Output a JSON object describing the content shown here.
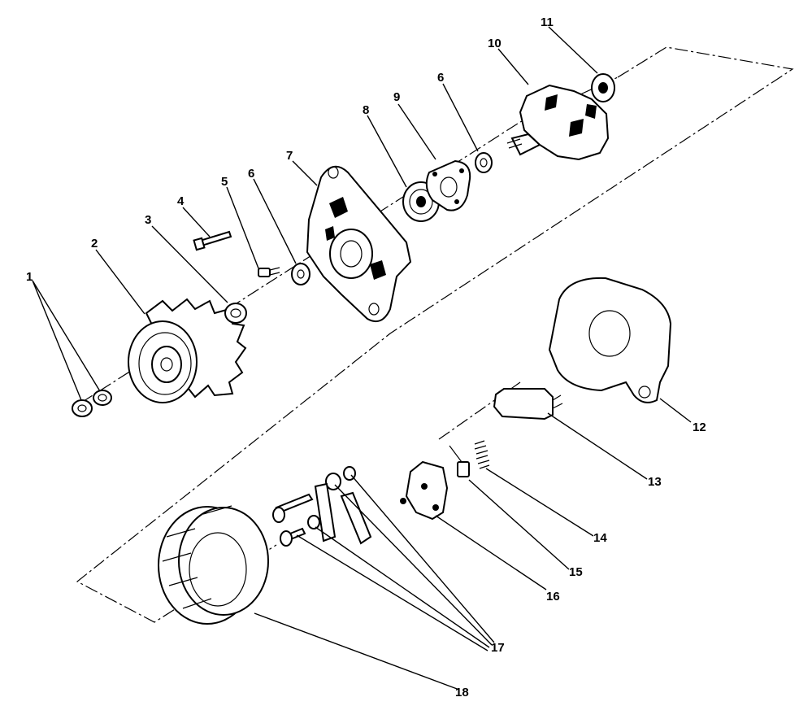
{
  "figure": {
    "labels": {
      "part_1": "1",
      "part_2": "2",
      "part_3": "3",
      "part_4": "4",
      "part_5": "5",
      "part_6_front": "6",
      "part_7": "7",
      "part_8": "8",
      "part_9": "9",
      "part_6_rear": "6",
      "part_10": "10",
      "part_11": "11",
      "part_12": "12",
      "part_13": "13",
      "part_14": "14",
      "part_15": "15",
      "part_16": "16",
      "part_17": "17",
      "part_18": "18"
    }
  }
}
